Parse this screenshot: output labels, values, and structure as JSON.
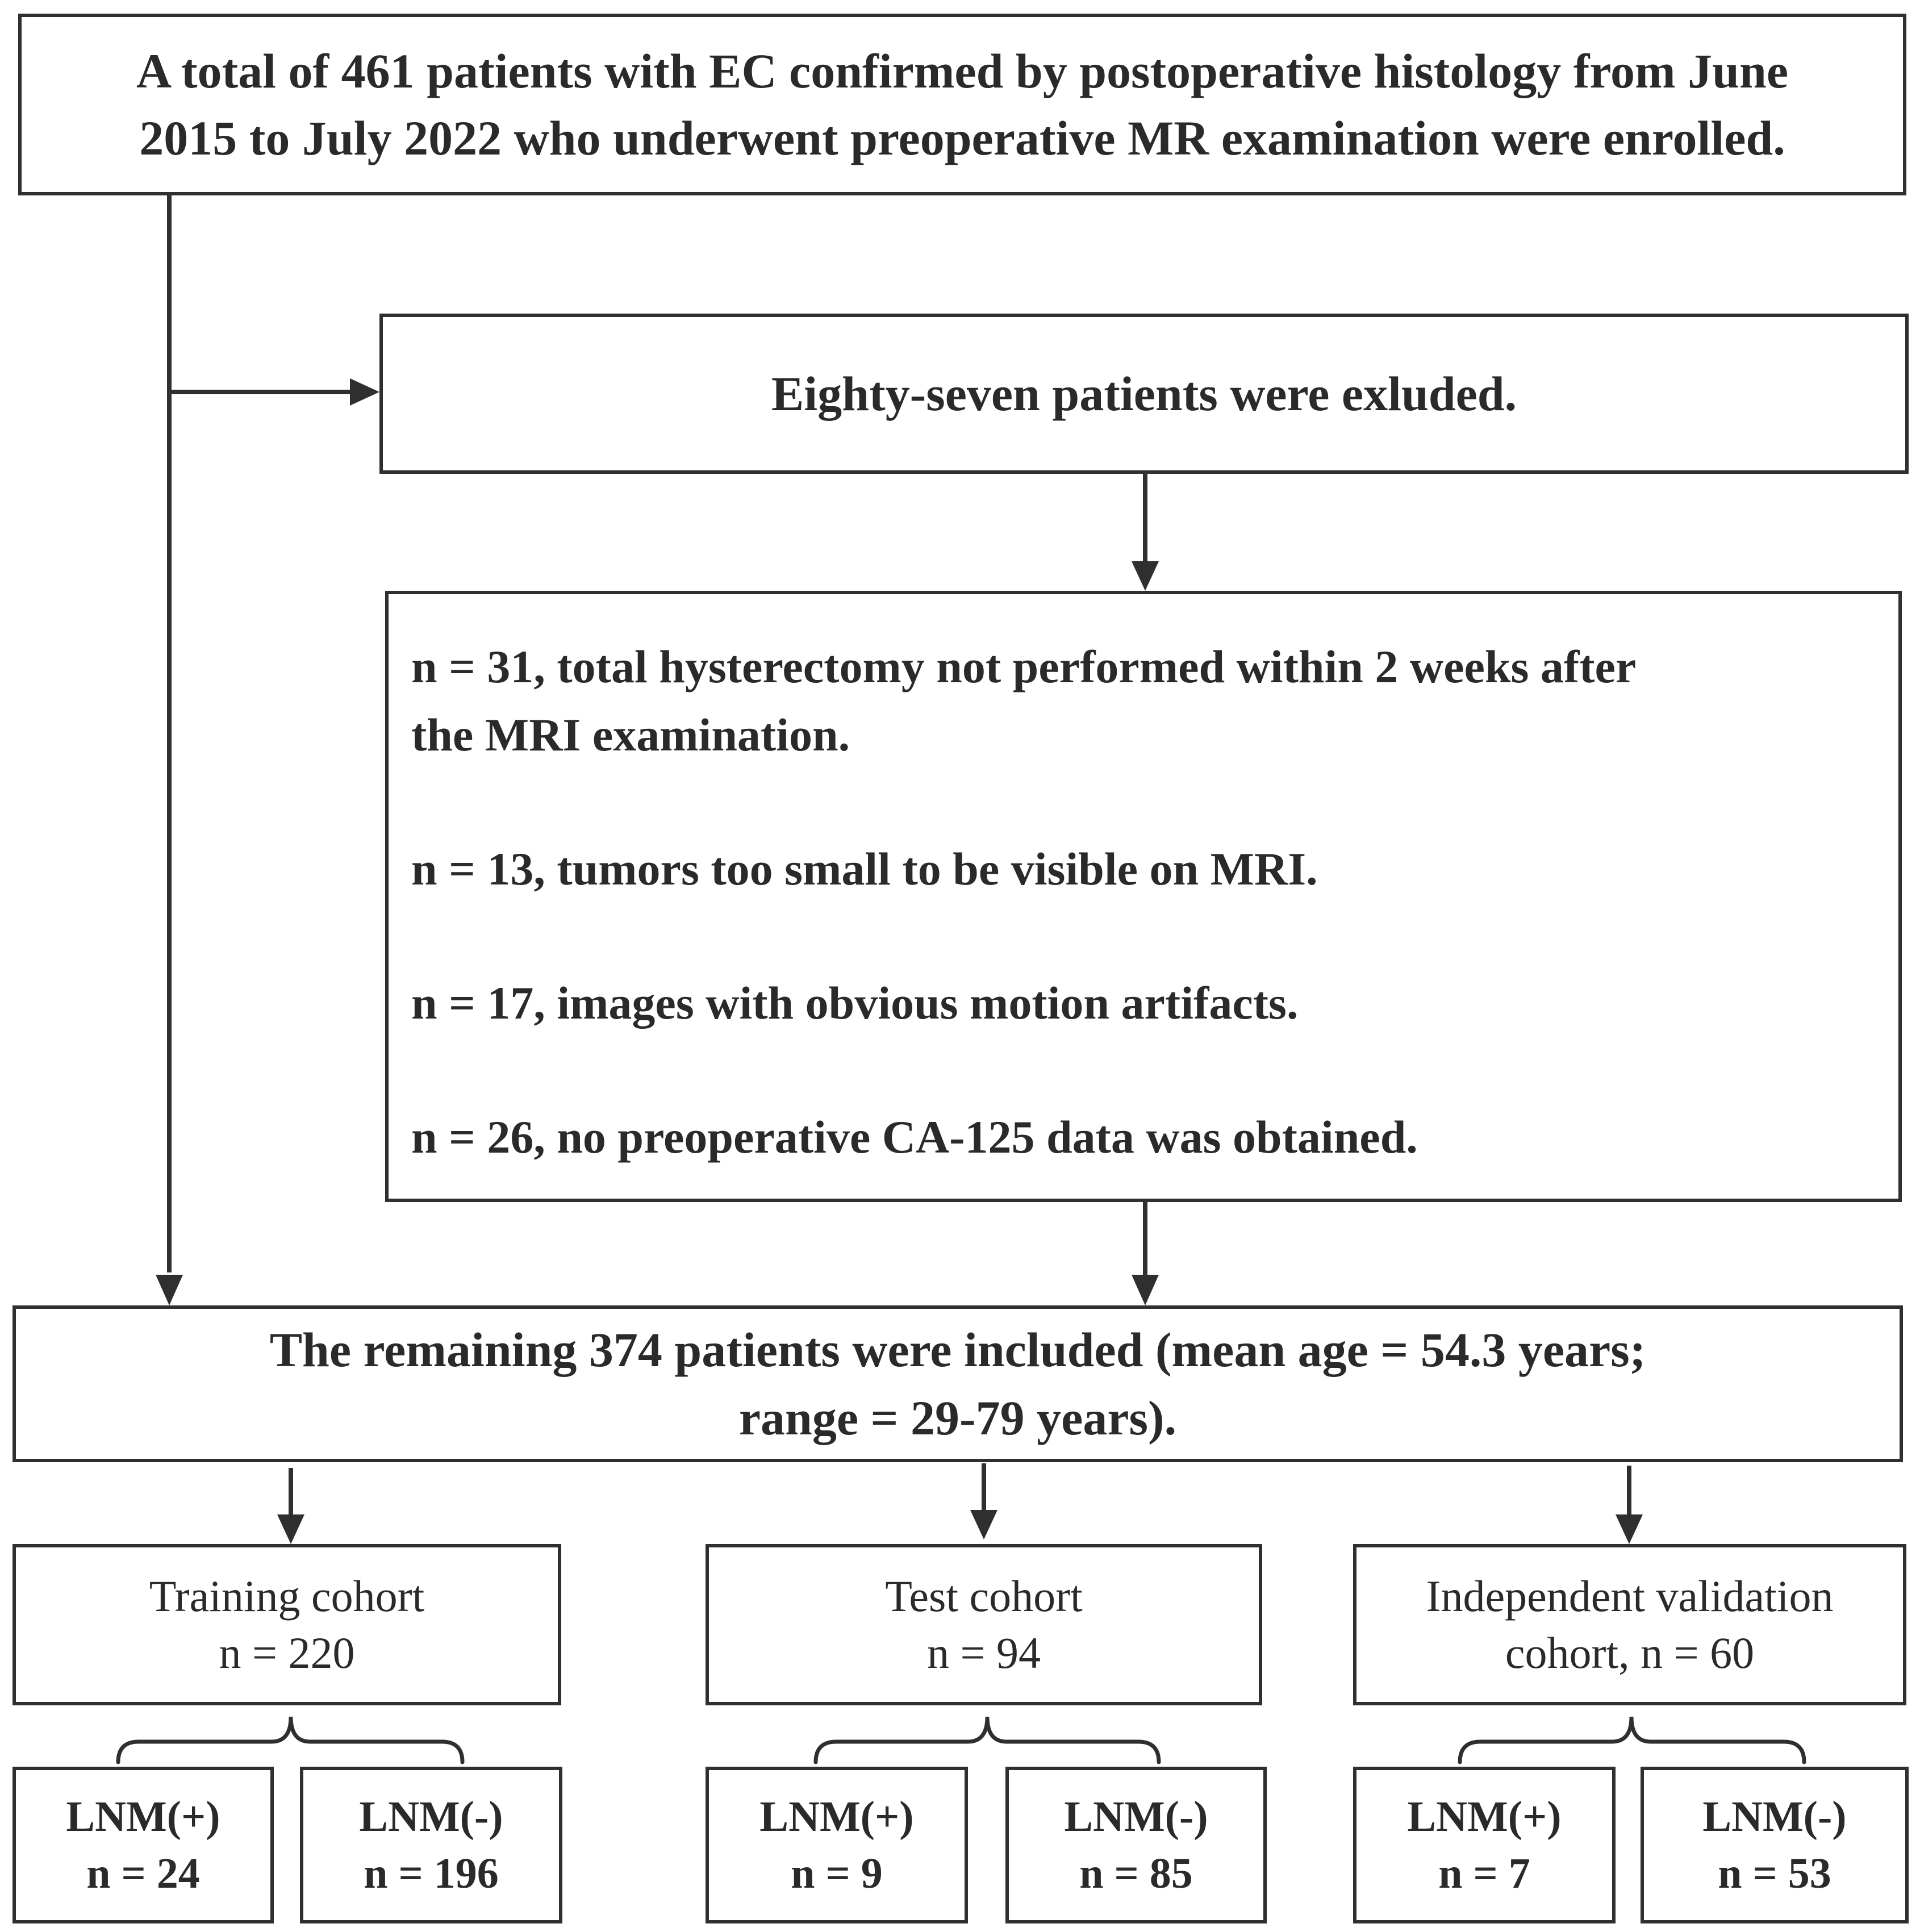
{
  "enrollment": {
    "line1": "A total of 461 patients with EC confirmed by postoperative histology from June",
    "line2": "2015 to July 2022 who underwent preoperative MR examination were enrolled."
  },
  "excluded": {
    "label": "Eighty-seven patients were exluded."
  },
  "exclusion_reasons": [
    {
      "line1": "n = 31, total hysterectomy not performed within 2 weeks after",
      "line2": "the MRI examination."
    },
    {
      "line1": "n = 13, tumors too small to be visible on MRI.",
      "line2": ""
    },
    {
      "line1": "n = 17, images with obvious motion artifacts.",
      "line2": ""
    },
    {
      "line1": "n = 26, no preoperative CA-125 data was obtained.",
      "line2": ""
    }
  ],
  "remaining": {
    "line1": "The remaining 374 patients were included (mean age = 54.3 years;",
    "line2": "range = 29-79 years)."
  },
  "cohorts": [
    {
      "line1": "Training cohort",
      "line2": "n = 220",
      "lnm_pos": {
        "label": "LNM(+)",
        "n": "n = 24"
      },
      "lnm_neg": {
        "label": "LNM(-)",
        "n": "n = 196"
      }
    },
    {
      "line1": "Test cohort",
      "line2": "n = 94",
      "lnm_pos": {
        "label": "LNM(+)",
        "n": "n = 9"
      },
      "lnm_neg": {
        "label": "LNM(-)",
        "n": "n = 85"
      }
    },
    {
      "line1": "Independent validation",
      "line2": "cohort, n = 60",
      "lnm_pos": {
        "label": "LNM(+)",
        "n": "n = 7"
      },
      "lnm_neg": {
        "label": "LNM(-)",
        "n": "n = 53"
      }
    }
  ]
}
